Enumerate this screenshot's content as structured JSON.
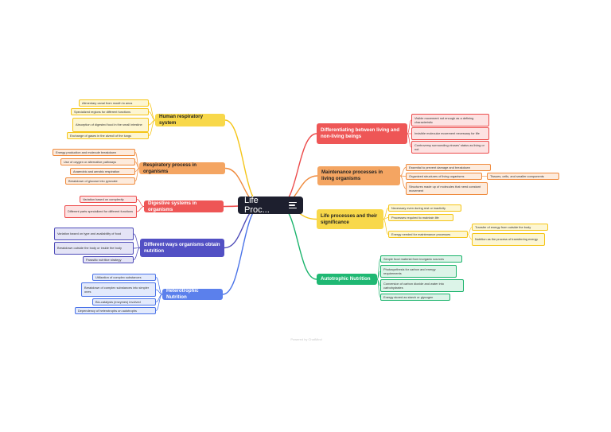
{
  "root": {
    "label": "Life Proc..."
  },
  "watermark": "Powered by ChatMind",
  "branches": [
    {
      "id": "b-respiratory-system",
      "label": "Human respiratory system",
      "color": "#f5c518",
      "fill": "#f8d84a",
      "leafFill": "#fdf6d2",
      "textColor": "#222222",
      "leaves": [
        {
          "label": "Alimentary canal from mouth to anus"
        },
        {
          "label": "Specialized regions for different functions"
        },
        {
          "label": "Absorption of digested food in the small intestine"
        },
        {
          "label": "Exchange of gases in the alveoli of the lungs"
        }
      ]
    },
    {
      "id": "b-respiratory-process",
      "label": "Respiratory process in organisms",
      "color": "#ef8a3c",
      "fill": "#f4a562",
      "leafFill": "#fdebdd",
      "textColor": "#222222",
      "leaves": [
        {
          "label": "Energy production and molecule breakdown"
        },
        {
          "label": "Use of oxygen or alternative pathways"
        },
        {
          "label": "Anaerobic and aerobic respiration"
        },
        {
          "label": "Breakdown of glucose into pyruvate"
        }
      ]
    },
    {
      "id": "b-digestive",
      "label": "Digestive systems in organisms",
      "color": "#ec4b4b",
      "fill": "#ee5656",
      "leafFill": "#fde2e2",
      "textColor": "#ffffff",
      "leaves": [
        {
          "label": "Variation based on complexity"
        },
        {
          "label": "Different parts specialized for different functions"
        }
      ]
    },
    {
      "id": "b-nutrition-ways",
      "label": "Different ways organisms obtain nutrition",
      "color": "#4e4bb8",
      "fill": "#5250c4",
      "leafFill": "#e4e4f6",
      "textColor": "#ffffff",
      "leaves": [
        {
          "label": "Variation based on type and availability of food"
        },
        {
          "label": "Breakdown outside the body or inside the body"
        },
        {
          "label": "Parasitic nutritive strategy"
        }
      ]
    },
    {
      "id": "b-heterotrophic",
      "label": "Heterotrophic Nutrition",
      "color": "#4a73e8",
      "fill": "#5b80ec",
      "leafFill": "#e3eafc",
      "textColor": "#ffffff",
      "leaves": [
        {
          "label": "Utilization of complex substances"
        },
        {
          "label": "Breakdown of complex substances into simpler ones"
        },
        {
          "label": "Bio-catalysts (enzymes) involved"
        },
        {
          "label": "Dependency of heterotrophs on autotrophs"
        }
      ]
    },
    {
      "id": "b-differentiating",
      "label": "Differentiating between living and non-living beings",
      "color": "#ec4b4b",
      "fill": "#ee5656",
      "leafFill": "#fde2e2",
      "textColor": "#ffffff",
      "leaves": [
        {
          "label": "Visible movement not enough as a defining characteristic"
        },
        {
          "label": "Invisible molecular movement necessary for life"
        },
        {
          "label": "Controversy surrounding viruses' status as living or not"
        }
      ]
    },
    {
      "id": "b-maintenance",
      "label": "Maintenance processes in living organisms",
      "color": "#ef8a3c",
      "fill": "#f4a562",
      "leafFill": "#fdebdd",
      "textColor": "#222222",
      "leaves": [
        {
          "label": "Essential to prevent damage and breakdown"
        },
        {
          "label": "Organized structures of living organisms",
          "children": [
            {
              "label": "Tissues, cells, and smaller components"
            }
          ]
        },
        {
          "label": "Structures made up of molecules that need constant movement"
        }
      ]
    },
    {
      "id": "b-significance",
      "label": "Life processes and their significance",
      "color": "#f5c518",
      "fill": "#f8d84a",
      "leafFill": "#fdf6d2",
      "textColor": "#222222",
      "leaves": [
        {
          "label": "Necessary even during rest or inactivity"
        },
        {
          "label": "Processes required to maintain life"
        },
        {
          "label": "Energy needed for maintenance processes",
          "children": [
            {
              "label": "Transfer of energy from outside the body"
            },
            {
              "label": "Nutrition as the process of transferring energy"
            }
          ]
        }
      ]
    },
    {
      "id": "b-autotrophic",
      "label": "Autotrophic Nutrition",
      "color": "#19b36b",
      "fill": "#1fb873",
      "leafFill": "#dcf4e8",
      "textColor": "#ffffff",
      "leaves": [
        {
          "label": "Simple food material from inorganic sources"
        },
        {
          "label": "Photosynthesis for carbon and energy requirements"
        },
        {
          "label": "Conversion of carbon dioxide and water into carbohydrates"
        },
        {
          "label": "Energy stored as starch or glycogen"
        }
      ]
    }
  ]
}
